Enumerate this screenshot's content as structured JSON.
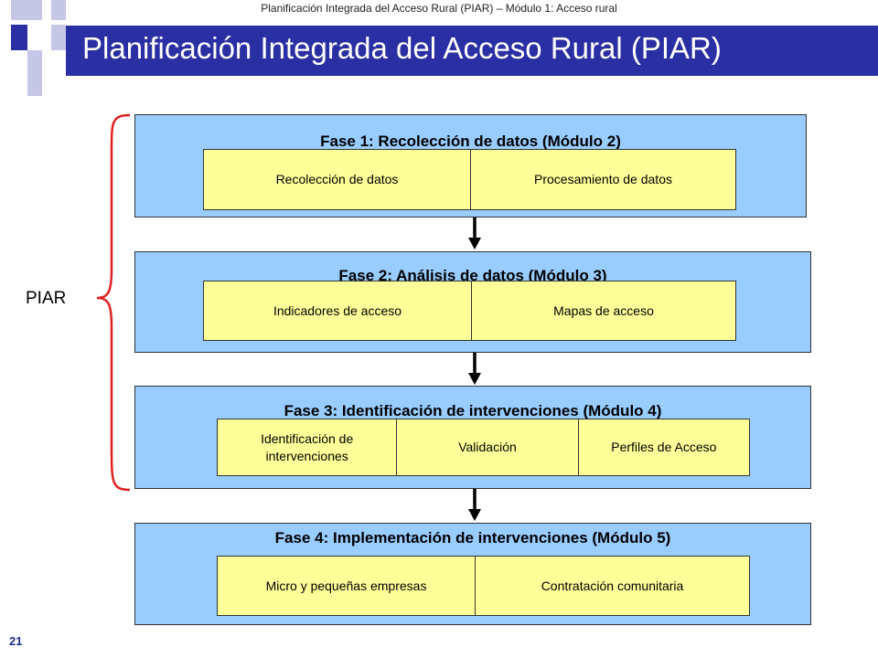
{
  "header_caption": "Planificación Integrada del Acceso Rural (PIAR) – Módulo 1: Acceso rural",
  "slide_title": "Planificación Integrada del Acceso Rural (PIAR)",
  "bracket_label": "PIAR",
  "page_number": "21",
  "colors": {
    "title_bar": "#2a2fa3",
    "deco_square_dark": "#2a2fa3",
    "deco_square_light": "#c6c6e6",
    "phase_fill": "#99ccff",
    "cell_fill": "#ffff99",
    "bracket": "#e02020",
    "arrow": "#000000"
  },
  "phases": [
    {
      "title": "Fase 1: Recolección de datos (Módulo 2)",
      "items": [
        "Recolección de datos",
        "Procesamiento de datos"
      ]
    },
    {
      "title": "Fase 2: Análisis de datos (Módulo 3)",
      "items": [
        "Indicadores de acceso",
        "Mapas de acceso"
      ]
    },
    {
      "title": "Fase 3: Identificación de intervenciones (Módulo 4)",
      "items": [
        "Identificación de intervenciones",
        "Validación",
        "Perfiles de Acceso"
      ]
    },
    {
      "title": "Fase 4: Implementación de intervenciones (Módulo 5)",
      "items": [
        "Micro y pequeñas empresas",
        "Contratación comunitaria"
      ]
    }
  ]
}
